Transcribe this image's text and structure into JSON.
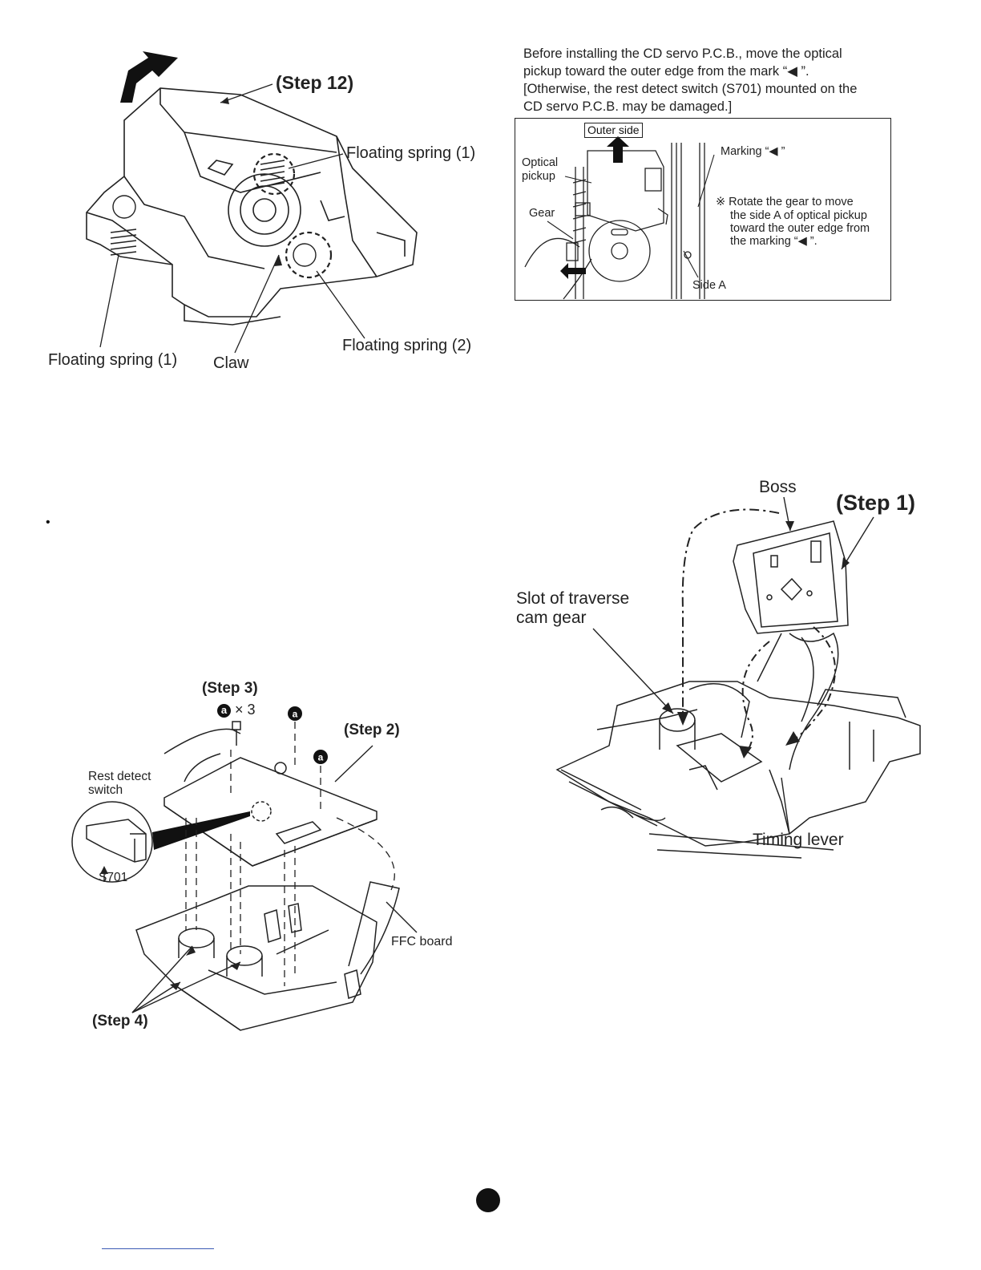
{
  "top_left": {
    "step": "(Step 12)",
    "spring1_top": "Floating spring (1)",
    "spring1_bottom": "Floating spring (1)",
    "claw": "Claw",
    "spring2": "Floating spring (2)"
  },
  "note": {
    "line1": "Before installing the CD servo P.C.B., move the optical",
    "line2": "pickup toward the outer edge from the mark “◀ ”.",
    "line3": "[Otherwise, the rest detect switch (S701) mounted on the",
    "line4": " CD servo P.C.B. may be damaged.]"
  },
  "inset": {
    "outer_side": "Outer side",
    "optical": "Optical",
    "pickup": "pickup",
    "gear": "Gear",
    "marking": "Marking “◀ ”",
    "rotate1": "※ Rotate the gear to move",
    "rotate2": "the side A of optical pickup",
    "rotate3": "toward the outer edge from",
    "rotate4": "the marking “◀ ”.",
    "side_a": "Side A"
  },
  "bottom_left": {
    "step3": "(Step 3)",
    "badge": "a",
    "times": "× 3",
    "step2": "(Step 2)",
    "rest1": "Rest detect",
    "rest2": "switch",
    "s701": "S701",
    "ffc": "FFC board",
    "step4": "(Step 4)"
  },
  "bottom_right": {
    "boss": "Boss",
    "step1": "(Step 1)",
    "slot1": "Slot of traverse",
    "slot2": "cam gear",
    "timing": "Timing lever"
  },
  "bullet": "•"
}
